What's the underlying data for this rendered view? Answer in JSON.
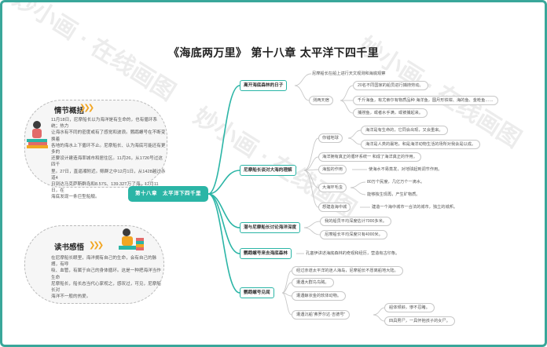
{
  "title": "《海底两万里》 第十八章 太平洋下四千里",
  "watermark": "妙小画 · 在线画图",
  "plot_panel": {
    "heading": "情节概括",
    "lines": [
      "11月18日，尼摩船长以为海洋是有生命的，也有循环系统；热力",
      "让海水有不同的密度或有了感觉和波浪。鹦鹉螺号在不断变换着",
      "各地的海水上下循环不止。尼摩船长、认为海底可能还有更多的",
      "还要设计建造海率城市和居住区。11月26，从1726号过这四千",
      "里。27日，直逼湘附近。鲸群之中12月1日，从1428越过赤道4",
      "日到达马克萨斯群岛和8.57S、139.32T万了海。12月11日，在",
      "海底发现一条巨型船舰。"
    ]
  },
  "review_panel": {
    "heading": "读书感悟",
    "lines": [
      "在尼摩船长眼里，海洋拥有自己的生命，会有自己的脉搏，有呼",
      "吸、血管，有属于自己的身体循环。这是一种把海洋当作生命",
      "尼摩船长，船长态当代心家视之，感叹过，可见，尼摩船长对",
      "海洋不一般的热爱。"
    ]
  },
  "central": "第十八章　太平洋下四千里",
  "branches": {
    "b1": {
      "label": "离开海底森林的日子",
      "n1": "尼摩船长在船上进行天文观测和海底观察",
      "n2": "测两天宿",
      "n2a": "20名不同国家的船员进行捕捞劳动。",
      "n2b": "千斤海鱼，有尤索尔有物质品种 海洋鱼，圆月形铁钳、海的鱼、金枪鱼……",
      "n2c": "捕捞鱼，或者水手满，或被捕起来。"
    },
    "b2": {
      "label": "尼摩船长谈对大海的理解",
      "n1": "你错地球",
      "n1a": "海洋是有生命的，它同会出现，又会重来。",
      "n1b": "海洋是人类的最地，和是海洋动物生活的场所对我会是以成。",
      "n2": "海洋拥有真正的循环系统一 和成了海洋真正的作用。",
      "n3": "海盐的作用",
      "n3a": "使海水不易蒸发，对地球起到调节作用。",
      "n4": "大海环毛虫",
      "n4a": "80万个民度，几亿万个一滴水。",
      "n4b": "能够独生现再，产生矿物质。",
      "n5": "想建造海中城",
      "n5a": "建造一个海中城市一合法的城市，独立的城邦。"
    },
    "b3": {
      "label": "潜与尼摩船长讨论海洋深度",
      "n1": "我的船员平均深度估计7000多米。",
      "n2": "尼摩船长平均深度只有4000米。"
    },
    "b4": {
      "label": "鹦鹉螺号来去海底森林",
      "n1": "孔塞伊讲述海底森林的奇观和经历，营造有古印象。"
    },
    "b5": {
      "label": "鹦鹉螺号见闻",
      "n1": "经过赤道太平洋的迷人海岛，尼摩船长不愿离船地大陆。",
      "n2": "遭遇大群鸟鸟贼。",
      "n3": "遭遇鲸状金的软体动物。",
      "n4": "遭遇沉船“弗罗尔达·吉德号”",
      "n4a": "船体倾斜，惨不忍睹。",
      "n4b": "四具男尸，一具怀抱孩子的女尸。"
    }
  }
}
